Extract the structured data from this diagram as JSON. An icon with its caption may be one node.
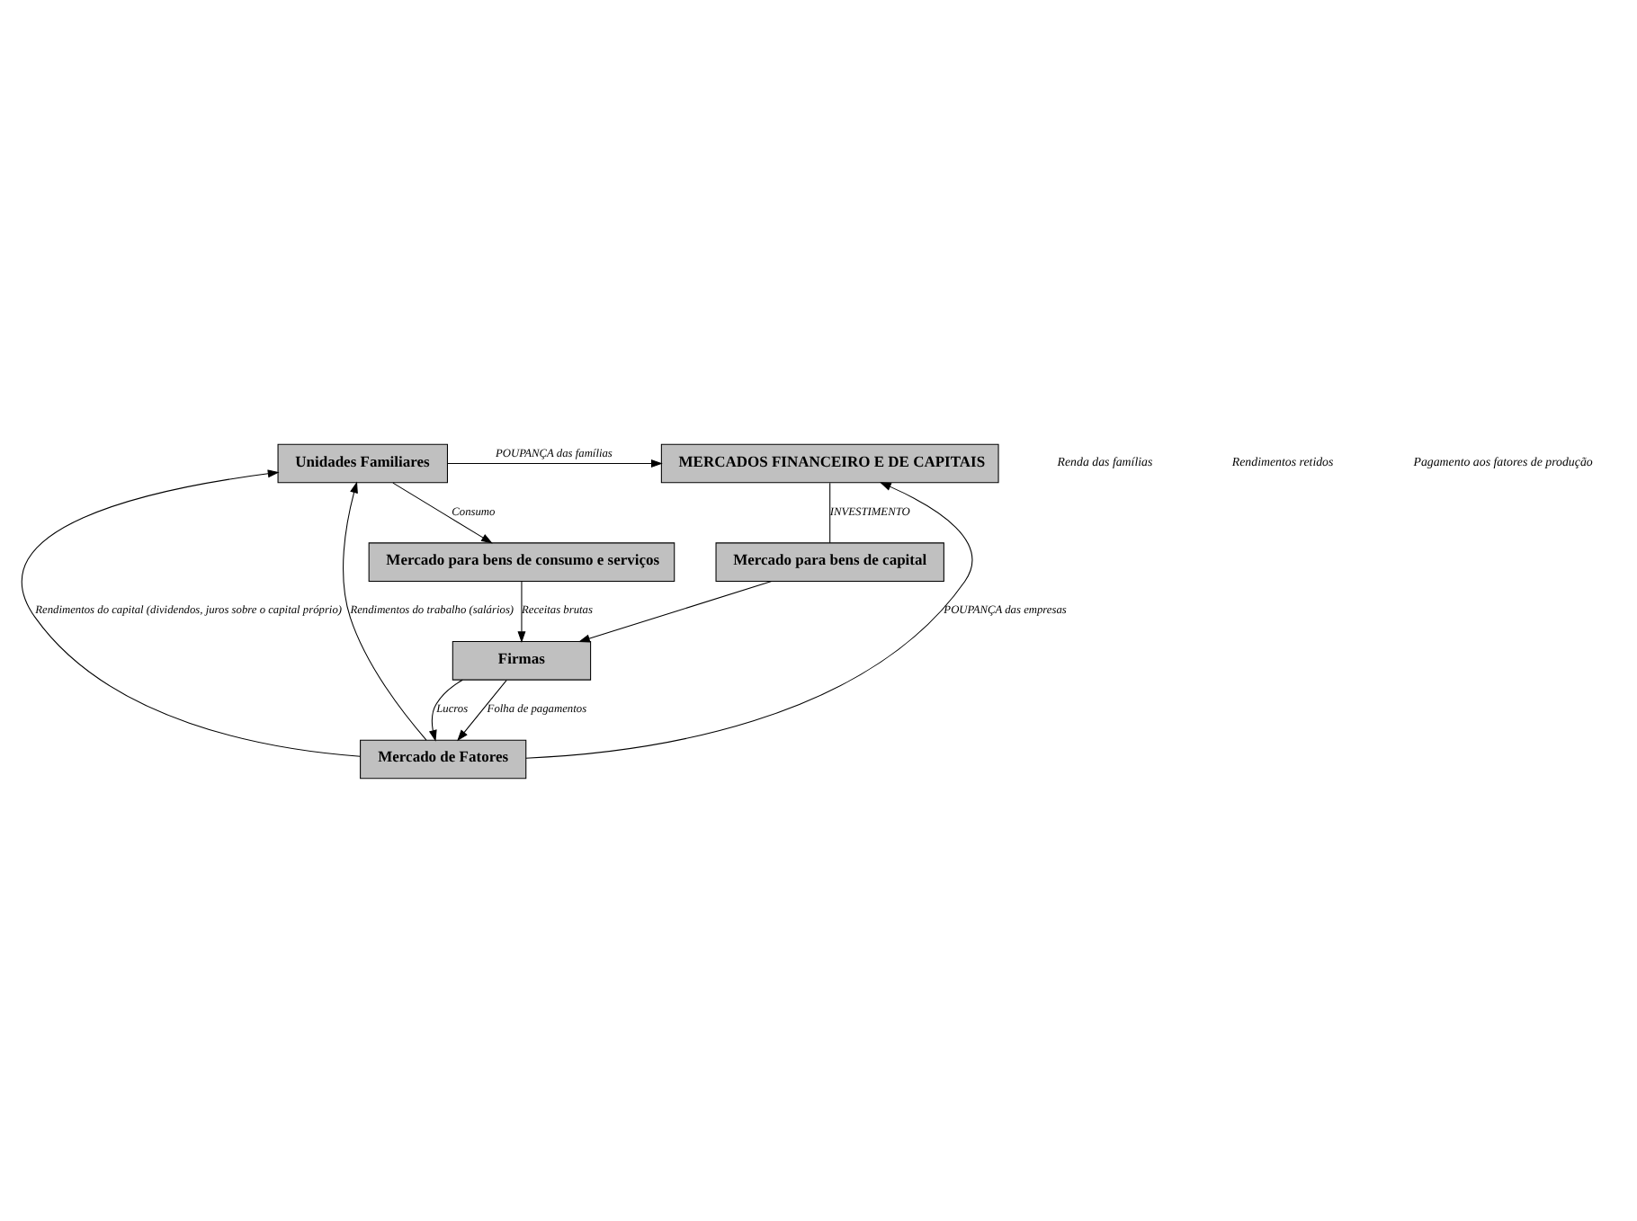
{
  "diagram": {
    "nodes": [
      {
        "text": [
          "Unidades Familiares"
        ]
      },
      {
        "text": [
          "MERCADOS FINANCEIRO E DE CAPITAIS"
        ]
      },
      {
        "text": [
          "Mercado de Fatores"
        ]
      },
      {
        "text": [
          "Mercado para bens de consumo e serviços"
        ]
      },
      {
        "text": [
          "Mercado para bens de capital"
        ]
      },
      {
        "text": [
          "Firmas"
        ]
      }
    ],
    "edges": [
      {
        "from": 2,
        "to": 0,
        "arrow": "to",
        "label": "Rendimentos do trabalho (salários)"
      },
      {
        "from": 2,
        "to": 0,
        "arrow": "to",
        "label": "Rendimentos do capital (dividendos, juros sobre o capital próprio)"
      },
      {
        "from": 0,
        "to": 1,
        "arrow": "to",
        "label": "POUPANÇA das famílias"
      },
      {
        "from": 0,
        "to": 3,
        "arrow": "to",
        "label": "Consumo"
      },
      {
        "from": 2,
        "to": 1,
        "arrow": "to",
        "label": "POUPANÇA das empresas"
      },
      {
        "from": 1,
        "to": 4,
        "arrow": "none",
        "label": "INVESTIMENTO"
      },
      {
        "from": 3,
        "to": 5,
        "arrow": "to",
        "label": "Receitas brutas"
      },
      {
        "from": 4,
        "to": 5,
        "arrow": "to"
      },
      {
        "from": 5,
        "to": 2,
        "arrow": "to",
        "label": "Folha de pagamentos"
      },
      {
        "from": 5,
        "to": 2,
        "arrow": "to",
        "label": "Lucros"
      }
    ],
    "labels": [
      "Renda das famílias",
      "Rendimentos retidos",
      "Pagamento aos fatores de produção"
    ]
  }
}
